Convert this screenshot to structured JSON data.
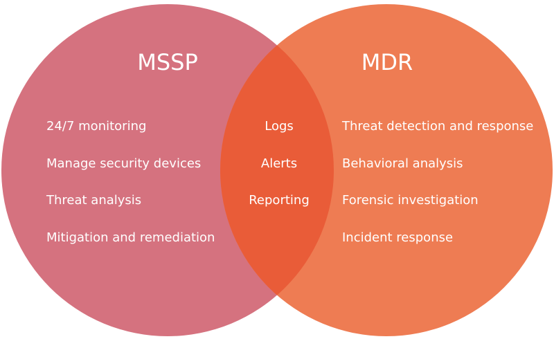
{
  "colors": {
    "left_circle": "#d5727f",
    "right_circle": "#ee7c53",
    "overlap": "#e95c38",
    "text": "#ffffff"
  },
  "venn": {
    "left": {
      "title": "MSSP",
      "items": [
        "24/7 monitoring",
        "Manage security devices",
        "Threat analysis",
        "Mitigation and remediation"
      ]
    },
    "right": {
      "title": "MDR",
      "items": [
        "Threat detection and response",
        "Behavioral analysis",
        "Forensic investigation",
        "Incident response"
      ]
    },
    "shared": {
      "items": [
        "Logs",
        "Alerts",
        "Reporting"
      ]
    }
  }
}
